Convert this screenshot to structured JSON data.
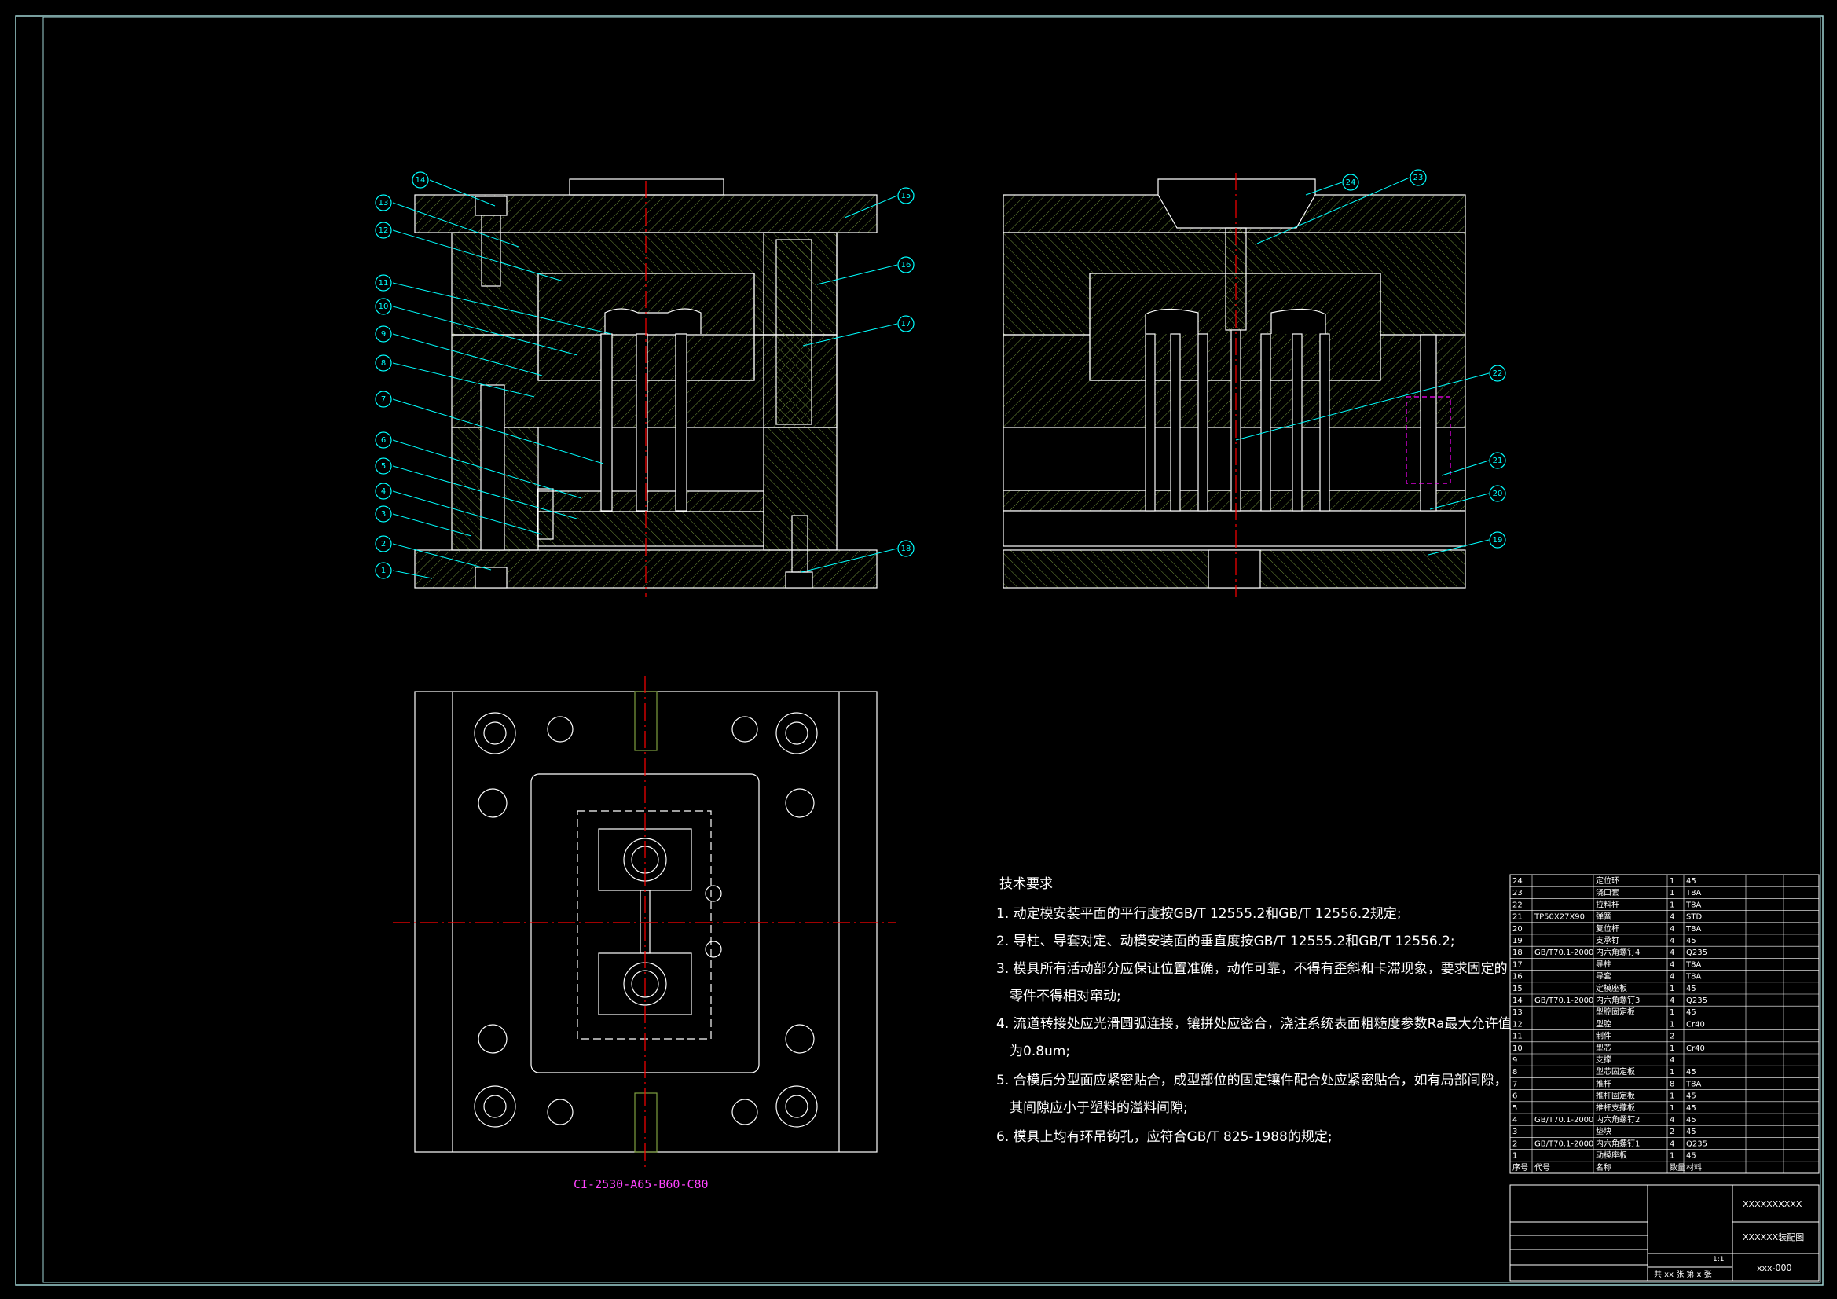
{
  "drawing": {
    "mold_base_code": "CI-2530-A65-B60-C80",
    "balloons_left": [
      "14",
      "13",
      "12",
      "11",
      "10",
      "9",
      "8",
      "7",
      "6",
      "5",
      "4",
      "3",
      "2",
      "1",
      "15",
      "16",
      "17",
      "18"
    ],
    "balloons_right": [
      "24",
      "23",
      "22",
      "21",
      "20",
      "19"
    ],
    "colors": {
      "background": "#000000",
      "outline": "#ffffff",
      "hatch": "#7f9f3f",
      "center_line": "#ff0000",
      "leader": "#00ffff",
      "hidden": "#ff00ff",
      "border": "#9fd3d3"
    }
  },
  "technical_requirements": {
    "title": "技术要求",
    "items": [
      "1. 动定模安装平面的平行度按GB/T 12555.2和GB/T 12556.2规定;",
      "2. 导柱、导套对定、动模安装面的垂直度按GB/T 12555.2和GB/T 12556.2;",
      "3. 模具所有活动部分应保证位置准确，动作可靠，不得有歪斜和卡滞现象，要求固定的",
      "零件不得相对窜动;",
      "4. 流道转接处应光滑圆弧连接，镶拼处应密合，浇注系统表面粗糙度参数Ra最大允许值",
      "为0.8um;",
      "5. 合模后分型面应紧密贴合，成型部位的固定镶件配合处应紧密贴合，如有局部间隙，",
      "其间隙应小于塑料的溢料间隙;",
      "6. 模具上均有环吊钩孔，应符合GB/T 825-1988的规定;"
    ]
  },
  "bom": {
    "rows": [
      {
        "no": "24",
        "code": "",
        "name": "定位环",
        "qty": "1",
        "material": "45",
        "note": ""
      },
      {
        "no": "23",
        "code": "",
        "name": "浇口套",
        "qty": "1",
        "material": "T8A",
        "note": ""
      },
      {
        "no": "22",
        "code": "",
        "name": "拉料杆",
        "qty": "1",
        "material": "T8A",
        "note": ""
      },
      {
        "no": "21",
        "code": "TP50X27X90",
        "name": "弹簧",
        "qty": "4",
        "material": "STD",
        "note": ""
      },
      {
        "no": "20",
        "code": "",
        "name": "复位杆",
        "qty": "4",
        "material": "T8A",
        "note": ""
      },
      {
        "no": "19",
        "code": "",
        "name": "支承钉",
        "qty": "4",
        "material": "45",
        "note": ""
      },
      {
        "no": "18",
        "code": "GB/T70.1-2000",
        "name": "内六角螺钉4",
        "qty": "4",
        "material": "Q235",
        "note": ""
      },
      {
        "no": "17",
        "code": "",
        "name": "导柱",
        "qty": "4",
        "material": "T8A",
        "note": ""
      },
      {
        "no": "16",
        "code": "",
        "name": "导套",
        "qty": "4",
        "material": "T8A",
        "note": ""
      },
      {
        "no": "15",
        "code": "",
        "name": "定模座板",
        "qty": "1",
        "material": "45",
        "note": ""
      },
      {
        "no": "14",
        "code": "GB/T70.1-2000",
        "name": "内六角螺钉3",
        "qty": "4",
        "material": "Q235",
        "note": ""
      },
      {
        "no": "13",
        "code": "",
        "name": "型腔固定板",
        "qty": "1",
        "material": "45",
        "note": ""
      },
      {
        "no": "12",
        "code": "",
        "name": "型腔",
        "qty": "1",
        "material": "Cr40",
        "note": ""
      },
      {
        "no": "11",
        "code": "",
        "name": "制件",
        "qty": "2",
        "material": "",
        "note": ""
      },
      {
        "no": "10",
        "code": "",
        "name": "型芯",
        "qty": "1",
        "material": "Cr40",
        "note": ""
      },
      {
        "no": "9",
        "code": "",
        "name": "支撑",
        "qty": "4",
        "material": "",
        "note": ""
      },
      {
        "no": "8",
        "code": "",
        "name": "型芯固定板",
        "qty": "1",
        "material": "45",
        "note": ""
      },
      {
        "no": "7",
        "code": "",
        "name": "推杆",
        "qty": "8",
        "material": "T8A",
        "note": ""
      },
      {
        "no": "6",
        "code": "",
        "name": "推杆固定板",
        "qty": "1",
        "material": "45",
        "note": ""
      },
      {
        "no": "5",
        "code": "",
        "name": "推杆支撑板",
        "qty": "1",
        "material": "45",
        "note": ""
      },
      {
        "no": "4",
        "code": "GB/T70.1-2000",
        "name": "内六角螺钉2",
        "qty": "4",
        "material": "45",
        "note": ""
      },
      {
        "no": "3",
        "code": "",
        "name": "垫块",
        "qty": "2",
        "material": "45",
        "note": ""
      },
      {
        "no": "2",
        "code": "GB/T70.1-2000",
        "name": "内六角螺钉1",
        "qty": "4",
        "material": "Q235",
        "note": ""
      },
      {
        "no": "1",
        "code": "",
        "name": "动模座板",
        "qty": "1",
        "material": "45",
        "note": ""
      }
    ],
    "header": {
      "no": "序号",
      "code": "代号",
      "name": "名称",
      "qty": "数量",
      "material": "材料"
    }
  },
  "title_block": {
    "drawing_name": "XXXXXX装配图",
    "company": "XXXXXXXXXX",
    "drawing_no": "xxx-000",
    "sheet": "共 xx 张  第 x 张",
    "scale": "1:1"
  }
}
